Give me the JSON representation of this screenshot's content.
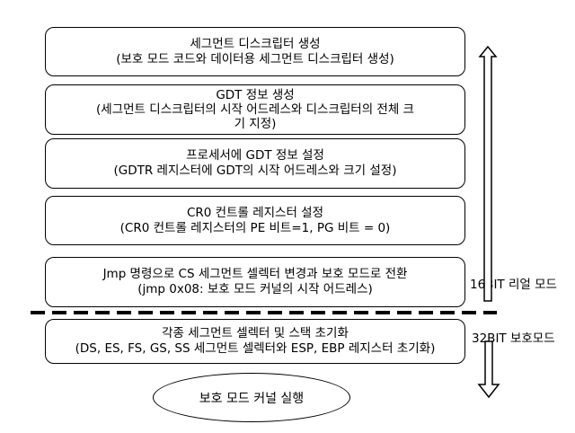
{
  "steps": [
    {
      "title": "세그먼트 디스크립터 생성",
      "detail": "(보호 모드 코드와 데이터용 세그먼트 디스크립터 생성)"
    },
    {
      "title": "GDT 정보 생성",
      "detail": "(세그먼트 디스크립터의 시작 어드레스와 디스크립터의 전체 크",
      "detail2": "기 지정)"
    },
    {
      "title": "프로세서에 GDT 정보 설정",
      "detail": "(GDTR 레지스터에 GDT의 시작 어드레스와 크기 설정)"
    },
    {
      "title": "CR0 컨트롤 레지스터 설정",
      "detail": "(CR0 컨트롤 레지스터의 PE 비트=1, PG 비트 = 0)"
    },
    {
      "title": "Jmp 명령으로 CS 세그먼트 셀렉터 변경과 보호 모드로 전환",
      "detail": "(jmp 0x08: 보호 모드 커널의 시작 어드레스)"
    },
    {
      "title": "각종 세그먼트 셀렉터 및 스택 초기화",
      "detail": "(DS, ES, FS, GS, SS 세그먼트 셀렉터와 ESP, EBP 레지스터 초기화)"
    }
  ],
  "final": "보호 모드 커널 실행",
  "labels": {
    "real_mode": "16BIT 리얼 모드",
    "protected_mode": "32BIT 보호모드"
  }
}
